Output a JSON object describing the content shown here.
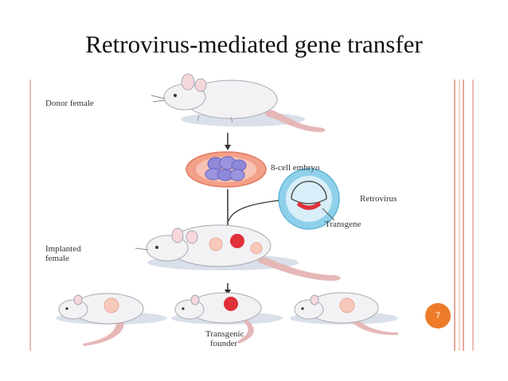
{
  "slide": {
    "title": "Retrovirus-mediated gene transfer",
    "page_number": "7"
  },
  "diagram": {
    "labels": {
      "donor_female": "Donor female",
      "embryo": "8-cell embryo",
      "retrovirus": "Retrovirus",
      "transgene": "Transgene",
      "implanted_female_line1": "Implanted",
      "implanted_female_line2": "female",
      "founder_line1": "Transgenic",
      "founder_line2": "founder"
    }
  },
  "colors": {
    "frame_line": "#e9a79a",
    "embryo_fill": "#8e88d8",
    "retrovirus_fill": "#8fd0ea",
    "transgene": "#e0303a",
    "badge": "#ee7b2a"
  }
}
